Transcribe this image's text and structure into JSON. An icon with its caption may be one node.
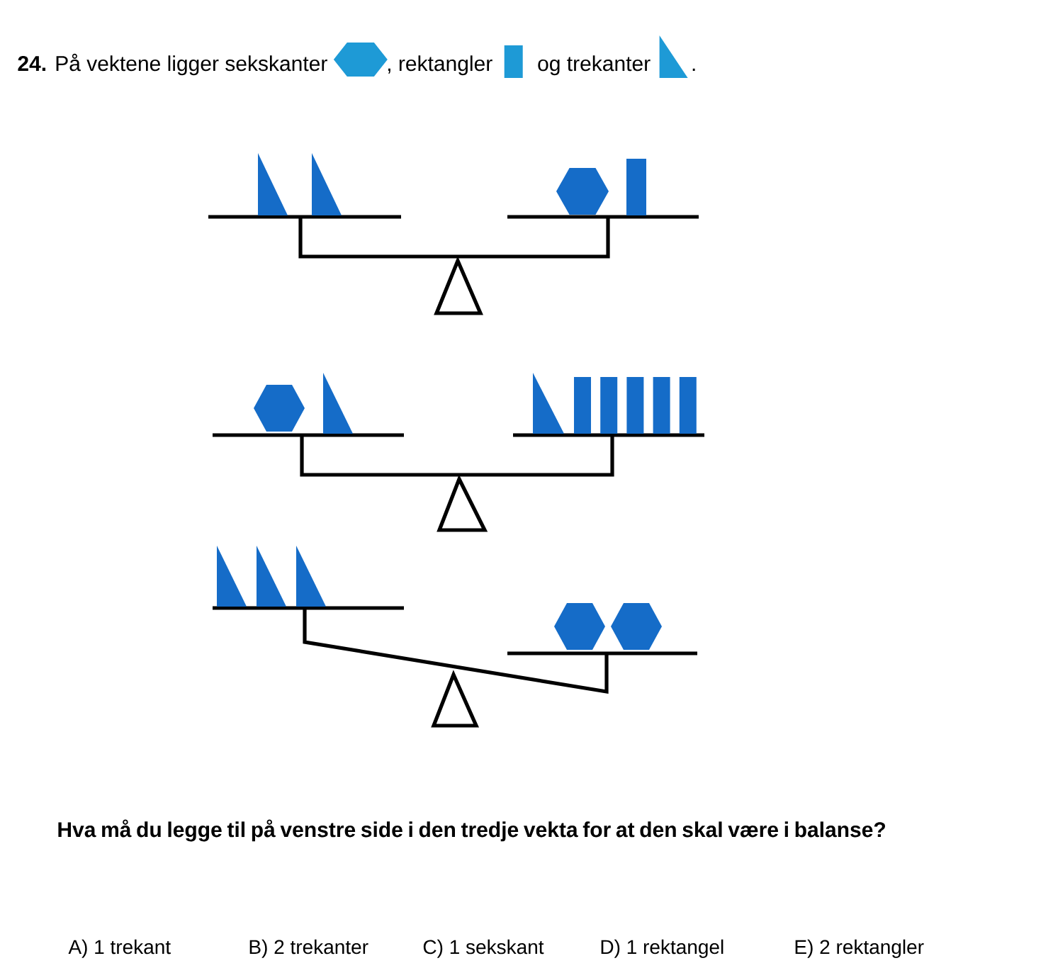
{
  "diagram": {
    "labels": [
      "**24.** På vektene ligger sekskanter",
      ", rektangler",
      "og trekanter",
      ".",
      "Hva må du legge til på venstre side i den tredje vekta for at den skal være i balanse?",
      "A) 1 trekant",
      "B) 2 trekanter",
      "C) 1 sekskant",
      "D)  1 rektangel",
      "E)  2 rektangler"
    ]
  }
}
